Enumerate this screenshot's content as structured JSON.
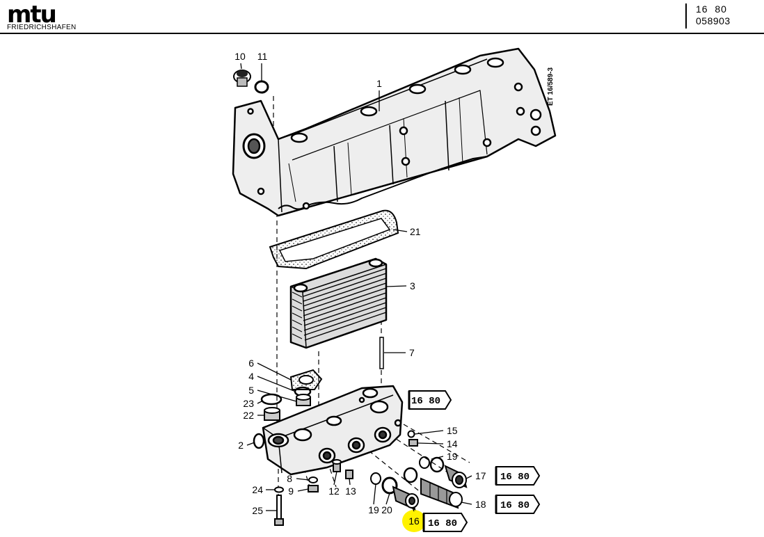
{
  "header": {
    "logo_text": "mtu",
    "logo_subtitle": "FRIEDRICHSHAFEN",
    "group_code": "16  80",
    "document_number": "058903"
  },
  "drawing": {
    "reference": "ET 16/589-3",
    "highlight_color": "#fff200",
    "callouts": [
      {
        "id": "c10",
        "text": "10"
      },
      {
        "id": "c11",
        "text": "11"
      },
      {
        "id": "c1",
        "text": "1"
      },
      {
        "id": "c21",
        "text": "21"
      },
      {
        "id": "c3",
        "text": "3"
      },
      {
        "id": "c7",
        "text": "7"
      },
      {
        "id": "c6",
        "text": "6"
      },
      {
        "id": "c4",
        "text": "4"
      },
      {
        "id": "c5",
        "text": "5"
      },
      {
        "id": "c23",
        "text": "23"
      },
      {
        "id": "c22",
        "text": "22"
      },
      {
        "id": "c2",
        "text": "2"
      },
      {
        "id": "c15",
        "text": "15"
      },
      {
        "id": "c14",
        "text": "14"
      },
      {
        "id": "c19a",
        "text": "19"
      },
      {
        "id": "c17",
        "text": "17"
      },
      {
        "id": "c18",
        "text": "18"
      },
      {
        "id": "c8",
        "text": "8"
      },
      {
        "id": "c9",
        "text": "9"
      },
      {
        "id": "c24",
        "text": "24"
      },
      {
        "id": "c12",
        "text": "12"
      },
      {
        "id": "c13",
        "text": "13"
      },
      {
        "id": "c19b",
        "text": "19"
      },
      {
        "id": "c20",
        "text": "20"
      },
      {
        "id": "c25",
        "text": "25"
      },
      {
        "id": "c16",
        "text": "16"
      }
    ],
    "cross_refs": [
      {
        "id": "r1",
        "text": "16 80"
      },
      {
        "id": "r2",
        "text": "16 80"
      },
      {
        "id": "r3",
        "text": "16 80"
      },
      {
        "id": "r4",
        "text": "16 80"
      }
    ]
  }
}
